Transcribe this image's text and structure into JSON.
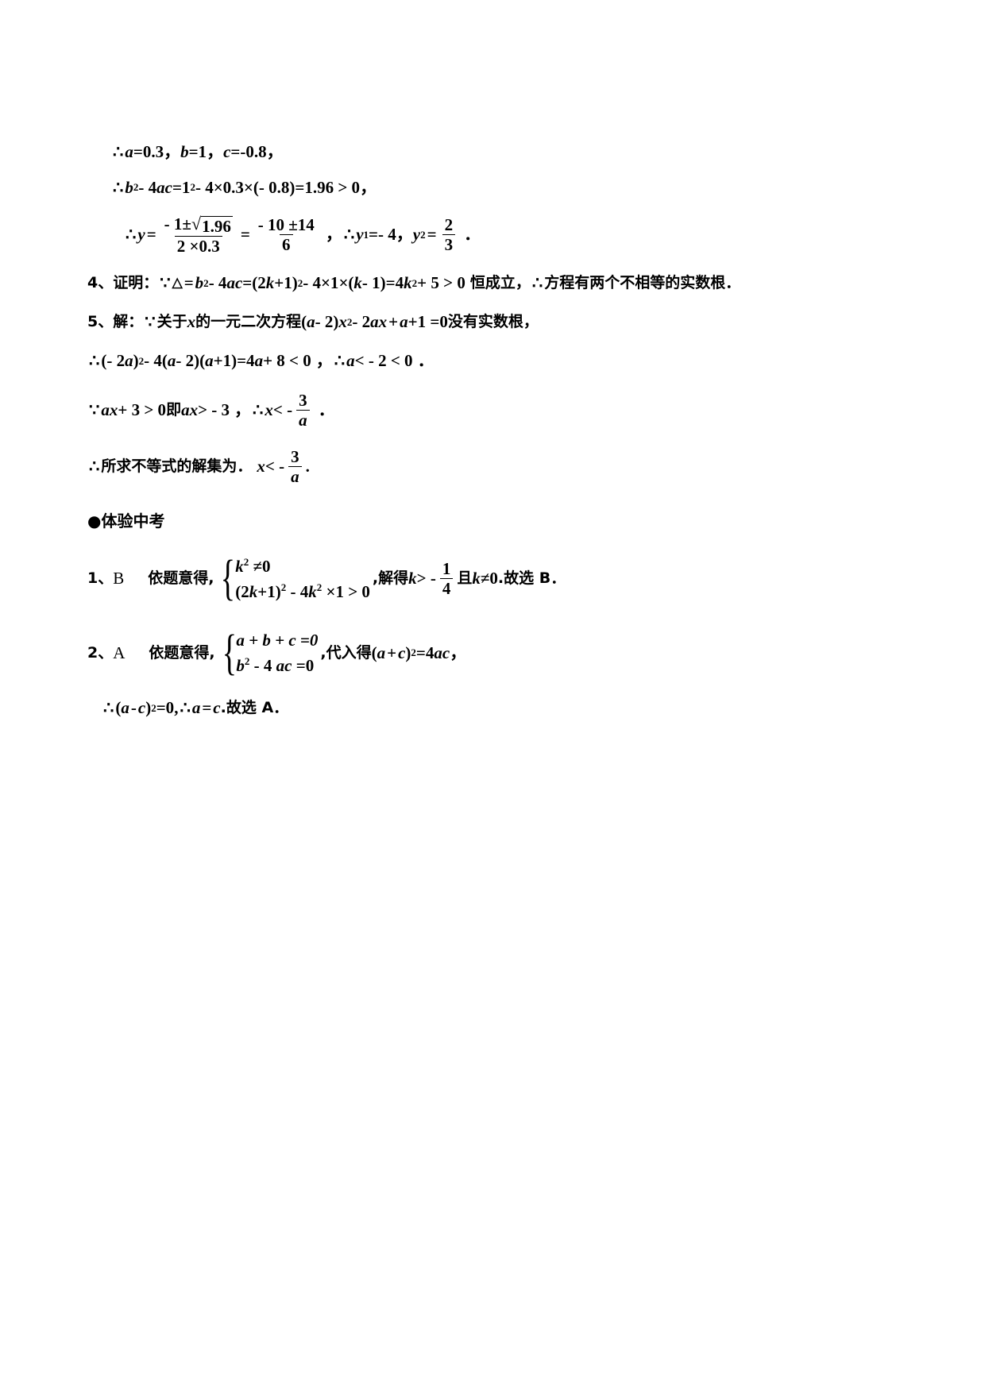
{
  "document": {
    "type": "math-answer-key",
    "language": "zh-CN"
  },
  "solution_3_continued": {
    "line1": {
      "therefore": "∴",
      "a_var": "a",
      "a_eq": "=0.3",
      "comma1": "，",
      "b_var": "b",
      "b_eq": "=1",
      "comma2": "，",
      "c_var": "c",
      "c_eq": "=-0.8",
      "comma3": "，"
    },
    "line2": {
      "therefore": "∴",
      "b_var": "b",
      "exp2": "2",
      "minus_4ac": "- 4",
      "ac": "ac",
      "eq1": "=1",
      "exp2b": "2",
      "minus4": "- 4",
      "times1": "×0.3",
      "times2": "×(- 0.8)",
      "result": "=1.96 > 0",
      "comma": "，"
    },
    "line3": {
      "therefore": "∴",
      "y_var": "y",
      "eq": "=",
      "num_left": "- 1±",
      "radicand": "1.96",
      "den_left": "2 ×0.3",
      "eq2": "=",
      "num_right": "- 10 ±14",
      "den_right": "6",
      "comma1": "，",
      "therefore2": "∴",
      "y1_var": "y",
      "y1_sub": "1",
      "y1_val": "=- 4",
      "comma2": "，",
      "y2_var": "y",
      "y2_sub": "2",
      "y2_eq": "=",
      "y2_num": "2",
      "y2_den": "3",
      "period": "．"
    }
  },
  "problem_4": {
    "number": "4、",
    "label": "证明：",
    "because": "∵",
    "delta": "△",
    "eq1": "=",
    "b_var": "b",
    "exp2": "2",
    "minus4ac": "- 4",
    "ac": "ac",
    "eq2": "=(2",
    "k_var": "k",
    "plus1": "+1)",
    "exp2b": "2",
    "minus4": "- 4",
    "times1": "×1",
    "times2": "×(",
    "k_var2": "k",
    "minus1": "- 1)",
    "eq3": "=4",
    "k_var3": "k",
    "exp2c": "2",
    "plus5": "+ 5 > 0",
    "text1": "恒成立",
    "comma": "，",
    "therefore": "∴",
    "text2": "方程有两个不相等的实数根",
    "period": "．"
  },
  "problem_5": {
    "number": "5、",
    "label": "解：",
    "because": "∵",
    "text1": "关于",
    "x_var": "x",
    "text2": "的一元二次方程",
    "eq_open": "(",
    "a_var": "a",
    "minus2": "- 2)",
    "x_var2": "x",
    "exp2": "2",
    "minus2ax": "- 2",
    "ax": "ax",
    "plus": "+",
    "a_var2": "a",
    "plus1": "+1 =0",
    "text3": "没有实数根",
    "comma": "，",
    "line2": {
      "therefore": "∴",
      "open": "(- 2",
      "a_var": "a",
      "close": ")",
      "exp2": "2",
      "minus4": "- 4(",
      "a_var2": "a",
      "minus2": "- 2)(",
      "a_var3": "a",
      "plus1": "+1)",
      "eq": "=4",
      "a_var4": "a",
      "plus8": "+ 8 < 0",
      "comma": "，",
      "therefore2": "∴",
      "a_var5": "a",
      "ineq": "< - 2 < 0",
      "period": "．"
    },
    "line3": {
      "because": "∵",
      "ax": "ax",
      "plus3": "+ 3 > 0",
      "text1": "即",
      "ax2": "ax",
      "gt": "> - 3",
      "comma": "，",
      "therefore": "∴",
      "x_var": "x",
      "lt": "< -",
      "frac_num": "3",
      "frac_den": "a",
      "period": "．"
    },
    "line4": {
      "therefore": "∴",
      "text1": "所求不等式的解集为",
      "period1": "．",
      "x_var": "x",
      "lt": "< -",
      "frac_num": "3",
      "frac_den": "a",
      "period2": "."
    }
  },
  "section_exam": {
    "bullet": "●",
    "title": "体验中考",
    "item1": {
      "number": "1、",
      "answer": "B",
      "lead": "依题意得,",
      "sys_row1_k": "k",
      "sys_row1_exp": "2",
      "sys_row1_rest": "≠0",
      "sys_row2_open": "(2",
      "sys_row2_k": "k",
      "sys_row2_plus": "+1)",
      "sys_row2_exp": "2",
      "sys_row2_minus": "- 4",
      "sys_row2_k2": "k",
      "sys_row2_exp2": "2",
      "sys_row2_times": "×1 > 0",
      "tail_lead": ",解得",
      "tail_k": "k",
      "tail_gt": "> -",
      "tail_num": "1",
      "tail_den": "4",
      "tail_and": "且",
      "tail_k2": "k",
      "tail_neq": "≠0",
      "tail_choose": ".故选 B",
      "period": "．"
    },
    "item2": {
      "number": "2、",
      "answer": "A",
      "lead": "依题意得,",
      "sys_row1": "a + b + c =0",
      "sys_row2_b": "b",
      "sys_row2_exp": "2",
      "sys_row2_rest": "- 4",
      "sys_row2_ac": "ac",
      "sys_row2_eq": "=0",
      "tail_lead": ",代入得",
      "tail_open": "(",
      "tail_a": "a",
      "tail_plus": "+",
      "tail_c": "c",
      "tail_close": ")",
      "tail_exp": "2",
      "tail_eq": "=4",
      "tail_ac": "ac",
      "tail_comma": "，",
      "line2": {
        "therefore": "∴",
        "open": "(",
        "a_var": "a",
        "minus": "-",
        "c_var": "c",
        "close": ")",
        "exp2": "2",
        "eq0": "=0",
        "comma": ",",
        "therefore2": "∴",
        "a_var2": "a",
        "eq": "=",
        "c_var2": "c",
        "choose": ".故选 A",
        "period": "．"
      }
    }
  }
}
